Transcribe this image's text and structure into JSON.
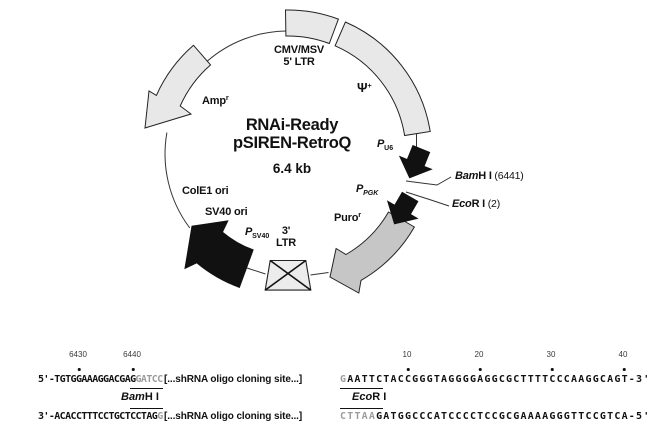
{
  "plasmid": {
    "title_line1": "RNAi-Ready",
    "title_line2": "pSIREN-RetroQ",
    "size_label": "6.4 kb",
    "labels": {
      "cmv_line1": "CMV/MSV",
      "cmv_line2": "5' LTR",
      "psi": "Ψ",
      "psi_sup": "+",
      "amp": "Amp",
      "amp_sup": "r",
      "p_u6_base": "P",
      "p_u6_sub": "U6",
      "bamhi_italic": "Bam",
      "bamhi_rest": "H I",
      "bamhi_site": " (6441)",
      "p_pgk_base": "P",
      "p_pgk_sub": "PGK",
      "ecori_italic": "Eco",
      "ecori_rest": "R I",
      "ecori_site": " (2)",
      "puro": "Puro",
      "puro_sup": "r",
      "cole1_ori": "ColE1 ori",
      "sv40_ori": "SV40 ori",
      "p_sv40_base": "P",
      "p_sv40_sub": "SV40",
      "ltr3_line1": "3'",
      "ltr3_line2": "LTR"
    }
  },
  "sequence": {
    "ruler": [
      "6430",
      "6440",
      "10",
      "20",
      "30",
      "40"
    ],
    "top_strand": {
      "pre": "5'-TGTGGAAAGGACGA",
      "bam_black": "G",
      "bam_gray": "GATCC",
      "insert": "[...shRNA oligo cloning site...]",
      "eco_gray": "G",
      "eco_black": "AATTC",
      "rest": "TACCGGGTAGGGGAGGCGCTTTTCCCAAGGCAGT-3'"
    },
    "bottom_strand": {
      "pre": "3'-ACACCTTTCCTGCT",
      "bam_black": "CCTAG",
      "bam_gray": "G",
      "insert": "[...shRNA oligo cloning site...]",
      "eco_gray": "CTTAA",
      "eco_black": "G",
      "rest": "ATGGCCCATCCCCTCCGCGAAAAGGGTTCCGTCA-5'"
    },
    "bam_label_italic": "Bam",
    "bam_label_rest": "H I",
    "eco_label_italic": "Eco",
    "eco_label_rest": "R I"
  },
  "colors": {
    "segment_light_gray": "#e8e8e8",
    "puro_gray": "#c6c6c6",
    "arrow_black": "#111111",
    "sequence_gray": "#9c9c9c"
  }
}
